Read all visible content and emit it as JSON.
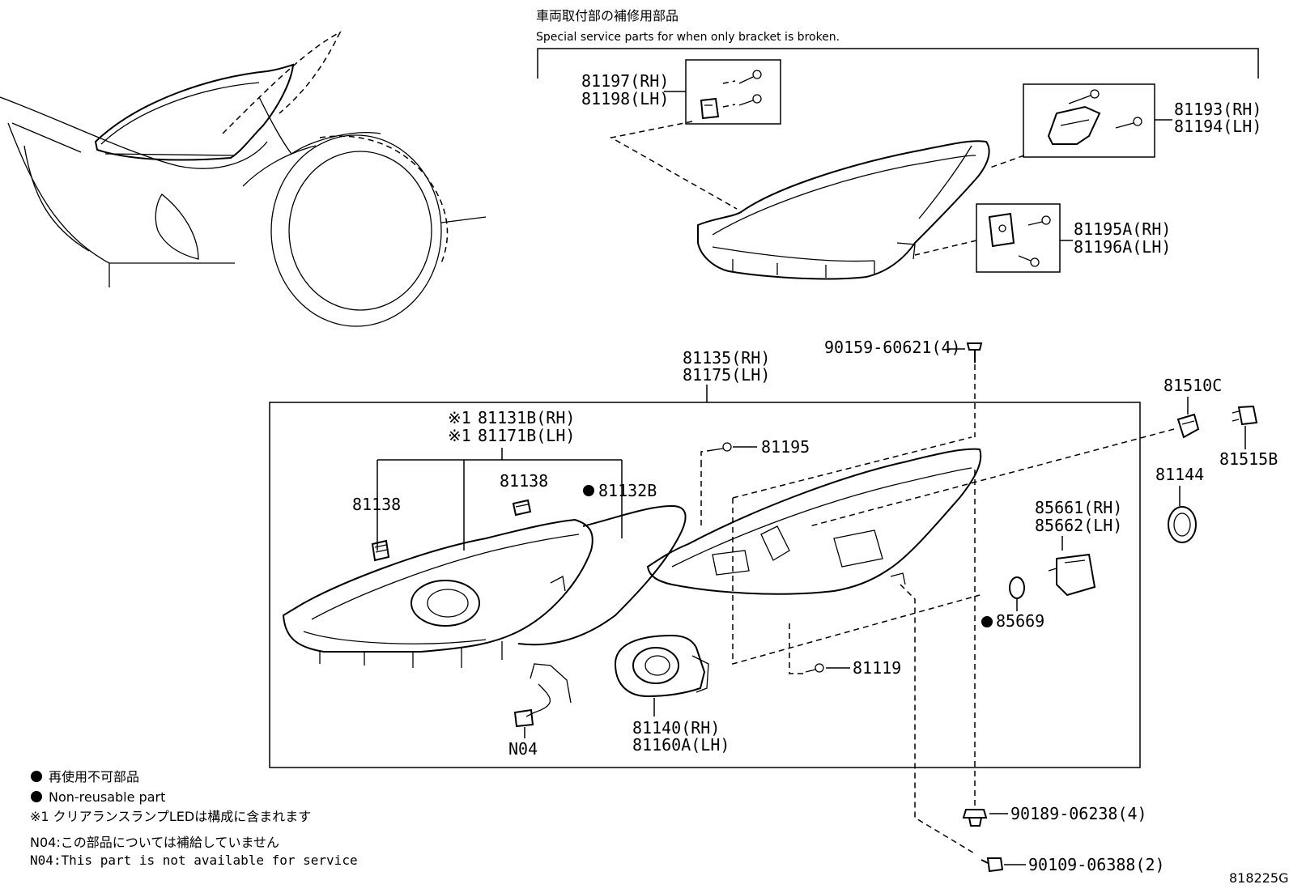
{
  "header": {
    "title_ja": "車両取付部の補修用部品",
    "title_en": "Special service parts for when only bracket is broken."
  },
  "labels": {
    "p81197": "81197(RH)",
    "p81198": "81198(LH)",
    "p81193": "81193(RH)",
    "p81194": "81194(LH)",
    "p81195A": "81195A(RH)",
    "p81196A": "81196A(LH)",
    "p90159": "90159-60621(4)",
    "p81135": "81135(RH)",
    "p81175": "81175(LH)",
    "p81510C": "81510C",
    "p81515B": "81515B",
    "p81144": "81144",
    "p81131B_mark": "※1",
    "p81131B": "81131B(RH)",
    "p81171B_mark": "※1",
    "p81171B": "81171B(LH)",
    "p81195": "81195",
    "p81138_a": "81138",
    "p81138_b": "81138",
    "p81132B": "81132B",
    "p85661": "85661(RH)",
    "p85662": "85662(LH)",
    "p85669": "85669",
    "p81119": "81119",
    "p81140": "81140(RH)",
    "p81160A": "81160A(LH)",
    "pN04": "N04",
    "p90189": "90189-06238(4)",
    "p90109": "90109-06388(2)"
  },
  "legend": {
    "nonreusable_ja": "再使用不可部品",
    "nonreusable_en": "Non-reusable part",
    "note1": "※1 クリアランスランプLEDは構成に含まれます",
    "n04_ja": "N04:この部品については補給していません",
    "n04_en": "N04:This part is not available for service"
  },
  "footer": {
    "code": "818225G"
  }
}
